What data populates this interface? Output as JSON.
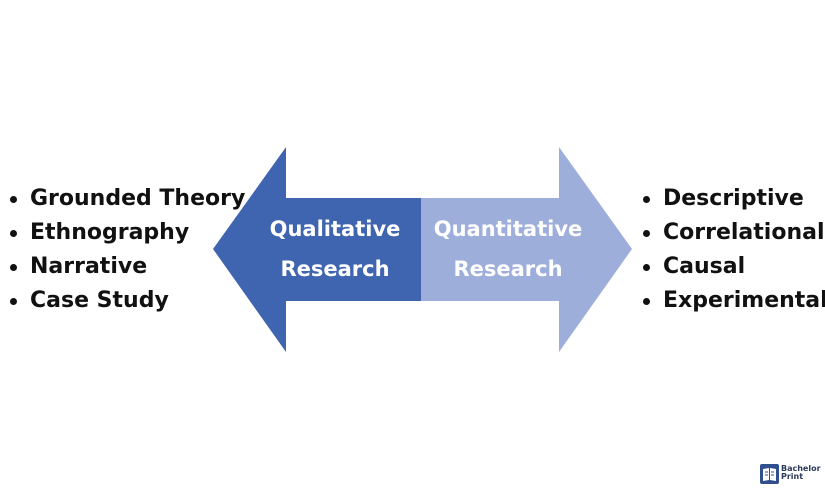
{
  "diagram": {
    "left_arrow": {
      "line1": "Qualitative",
      "line2": "Research",
      "color": "#3f64b0"
    },
    "right_arrow": {
      "line1": "Quantitative",
      "line2": "Research",
      "color": "#9eaedb"
    },
    "left_list": [
      "Grounded Theory",
      "Ethnography",
      "Narrative",
      "Case Study"
    ],
    "right_list": [
      "Descriptive",
      "Correlational",
      "Causal",
      "Experimental"
    ]
  },
  "logo": {
    "line1": "Bachelor",
    "line2": "Print",
    "icon": "book-logo-icon"
  }
}
